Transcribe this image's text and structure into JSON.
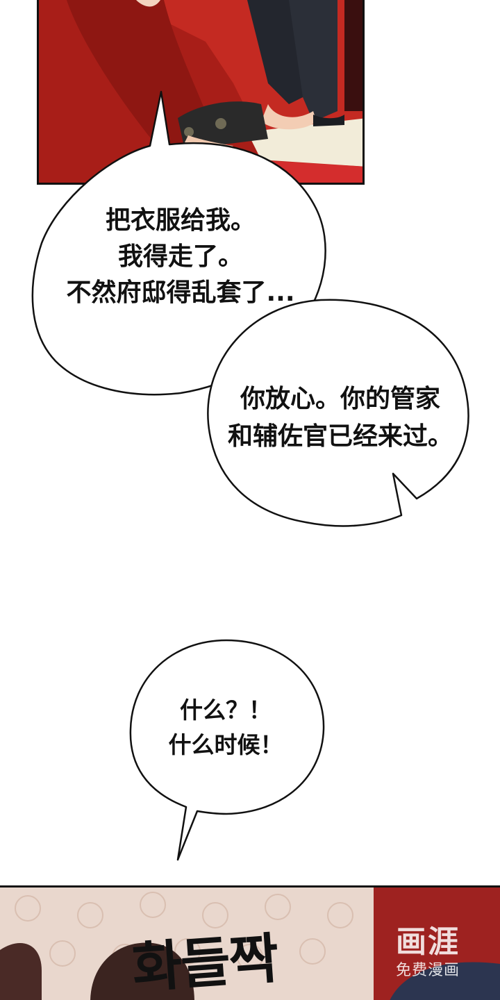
{
  "panels": {
    "top": {
      "description_colors": {
        "fabric": "#b0231d",
        "floor": "#d12a2a",
        "stripe": "#f2ecd9"
      }
    },
    "bottom": {
      "sfx": "화들짝"
    }
  },
  "bubbles": {
    "first": {
      "lines": [
        "把衣服给我。",
        "我得走了。",
        "不然府邸得乱套了..."
      ]
    },
    "second": {
      "lines": [
        "你放心。你的管家",
        "和辅佐官已经来过。"
      ]
    },
    "third": {
      "lines": [
        "什么？！",
        "什么时候！"
      ]
    }
  },
  "watermark": {
    "logo": "画涯",
    "subtitle": "免费漫画"
  }
}
